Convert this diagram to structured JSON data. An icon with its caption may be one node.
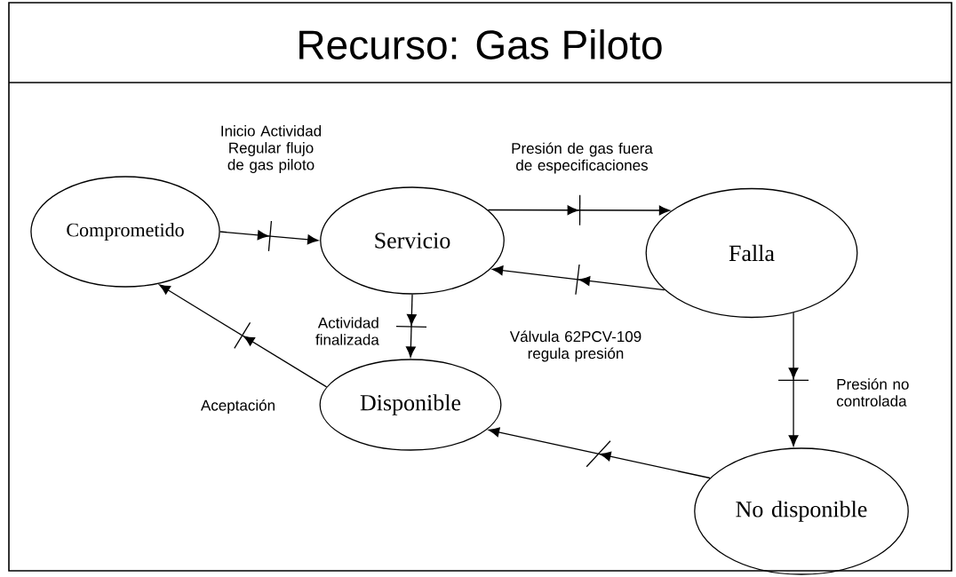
{
  "diagram": {
    "title": "Recurso: Gas Piloto",
    "nodes": [
      {
        "text": [
          "Comprometido"
        ]
      },
      {
        "text": [
          "Servicio"
        ]
      },
      {
        "text": [
          "Falla"
        ]
      },
      {
        "text": [
          "Disponible"
        ]
      },
      {
        "text": [
          "No disponible"
        ]
      }
    ],
    "edges": [
      {
        "from": 0,
        "to": 1,
        "arrow": "to",
        "label": "Inicio Actividad Regular flujo de gas piloto"
      },
      {
        "from": 1,
        "to": 2,
        "arrow": "to",
        "label": "Presión de gas fuera de especificaciones"
      },
      {
        "from": 2,
        "to": 1,
        "arrow": "to",
        "label": "Válvula 62PCV-109 regula presión"
      },
      {
        "from": 1,
        "to": 3,
        "arrow": "to",
        "label": "Actividad finalizada"
      },
      {
        "from": 3,
        "to": 0,
        "arrow": "to",
        "label": "Aceptación"
      },
      {
        "from": 2,
        "to": 4,
        "arrow": "to",
        "label": "Presión no controlada"
      },
      {
        "from": 4,
        "to": 3,
        "arrow": "to"
      }
    ]
  }
}
